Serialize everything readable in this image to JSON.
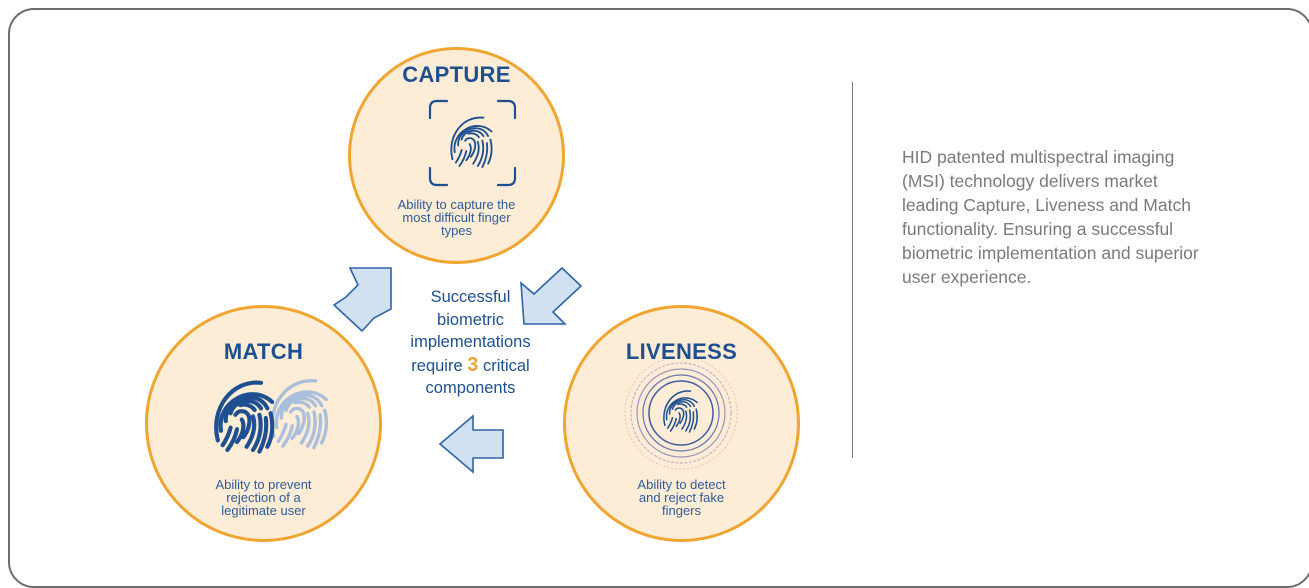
{
  "components": {
    "capture": {
      "title": "CAPTURE",
      "desc_line1": "Ability to capture the",
      "desc_line2": "most difficult finger",
      "desc_line3": "types"
    },
    "match": {
      "title": "MATCH",
      "desc_line1": "Ability to prevent",
      "desc_line2": "rejection of a",
      "desc_line3": "legitimate user"
    },
    "liveness": {
      "title": "LIVENESS",
      "desc_line1": "Ability to detect",
      "desc_line2": "and reject fake",
      "desc_line3": "fingers"
    }
  },
  "center": {
    "line1": "Successful",
    "line2": "biometric",
    "line3": "implementations",
    "line4_pre": "require ",
    "line4_num": "3",
    "line4_post": " critical",
    "line5": "components"
  },
  "side_text": "HID patented multispectral imaging  (MSI) technology delivers market leading Capture, Liveness and Match functionality. Ensuring a successful biometric implementation and superior user experience.",
  "colors": {
    "border": "#6d6d6d",
    "circle_stroke": "#f0a531",
    "circle_fill": "#fdecd6",
    "title_blue": "#1d4f91",
    "arrow_fill": "#d2e1f1",
    "arrow_stroke": "#2e64a8",
    "side_text_gray": "#7a7a7a"
  },
  "icons": {
    "capture": "fingerprint-scan-frame-icon",
    "match": "two-fingerprints-match-icon",
    "liveness": "fingerprint-wave-rings-icon",
    "arrows": "block-arrow-icon"
  }
}
